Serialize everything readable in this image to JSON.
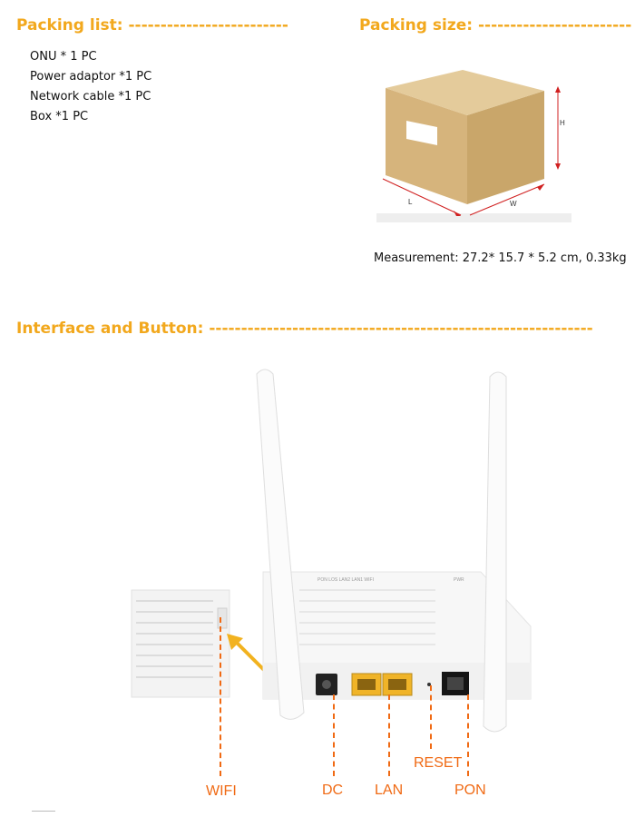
{
  "packing_list": {
    "title": "Packing list: --------------------------------",
    "items": [
      "ONU * 1 PC",
      "Power adaptor *1 PC",
      "Network cable *1 PC",
      "Box *1 PC"
    ]
  },
  "packing_size": {
    "title": "Packing size: --------------------------------",
    "dims": {
      "h": "H",
      "l": "L",
      "w": "W"
    },
    "measurement": "Measurement: 27.2* 15.7 * 5.2 cm, 0.33kg"
  },
  "interface": {
    "title": "Interface and Button: ------------------------------------------------------------",
    "labels": {
      "wifi": "WIFI",
      "dc": "DC",
      "lan": "LAN",
      "reset": "RESET",
      "pon": "PON"
    }
  },
  "colors": {
    "heading": "#f2a81d",
    "callout": "#f06a14",
    "box": "#d8bb88"
  }
}
